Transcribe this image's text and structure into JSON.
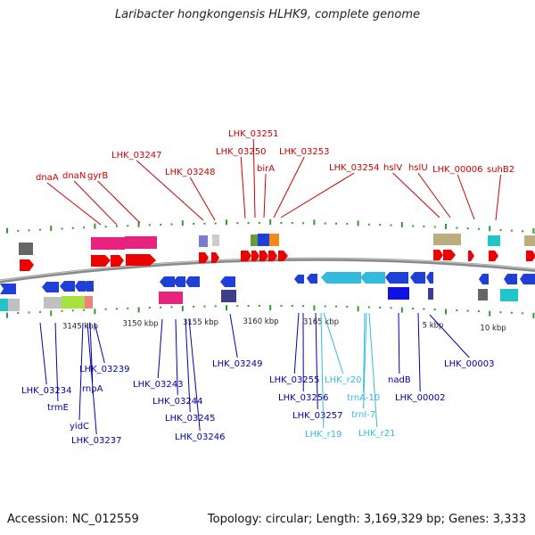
{
  "title": "Laribacter hongkongensis HLHK9, complete genome",
  "accession_label": "Accession: NC_012559",
  "summary": "Topology: circular; Length: 3,169,329 bp; Genes: 3,333",
  "colors": {
    "forward_label": "#cc0000",
    "reverse_label": "#0000aa",
    "rna_label": "#33bbdd",
    "backbone": "#888888",
    "tick": "#339933"
  },
  "scale_labels": [
    {
      "text": "3145 kbp",
      "pos": 3145
    },
    {
      "text": "3150 kbp",
      "pos": 3150
    },
    {
      "text": "3155 kbp",
      "pos": 3155
    },
    {
      "text": "3160 kbp",
      "pos": 3160
    },
    {
      "text": "3165 kbp",
      "pos": 3165
    },
    {
      "text": "5 kbp",
      "pos": 3174.3
    },
    {
      "text": "10 kbp",
      "pos": 3179.3
    }
  ],
  "forward_labels": [
    {
      "text": "dnaA"
    },
    {
      "text": "dnaN"
    },
    {
      "text": "gyrB"
    },
    {
      "text": "LHK_03247"
    },
    {
      "text": "LHK_03248"
    },
    {
      "text": "LHK_03250"
    },
    {
      "text": "LHK_03251"
    },
    {
      "text": "birA"
    },
    {
      "text": "LHK_03253"
    },
    {
      "text": "LHK_03254"
    },
    {
      "text": "hslV"
    },
    {
      "text": "hslU"
    },
    {
      "text": "LHK_00006"
    },
    {
      "text": "suhB2"
    }
  ],
  "reverse_labels": [
    {
      "text": "LHK_03234"
    },
    {
      "text": "trmE"
    },
    {
      "text": "yidC"
    },
    {
      "text": "LHK_03237"
    },
    {
      "text": "rnpA"
    },
    {
      "text": "LHK_03239"
    },
    {
      "text": "LHK_03243"
    },
    {
      "text": "LHK_03244"
    },
    {
      "text": "LHK_03245"
    },
    {
      "text": "LHK_03246"
    },
    {
      "text": "LHK_03249"
    },
    {
      "text": "LHK_03255"
    },
    {
      "text": "LHK_03256"
    },
    {
      "text": "LHK_03257"
    },
    {
      "text": "LHK_r19"
    },
    {
      "text": "LHK_r20"
    },
    {
      "text": "trnA-10"
    },
    {
      "text": "trnI-7"
    },
    {
      "text": "LHK_r21"
    },
    {
      "text": "nadB"
    },
    {
      "text": "LHK_00002"
    },
    {
      "text": "LHK_00003"
    }
  ]
}
